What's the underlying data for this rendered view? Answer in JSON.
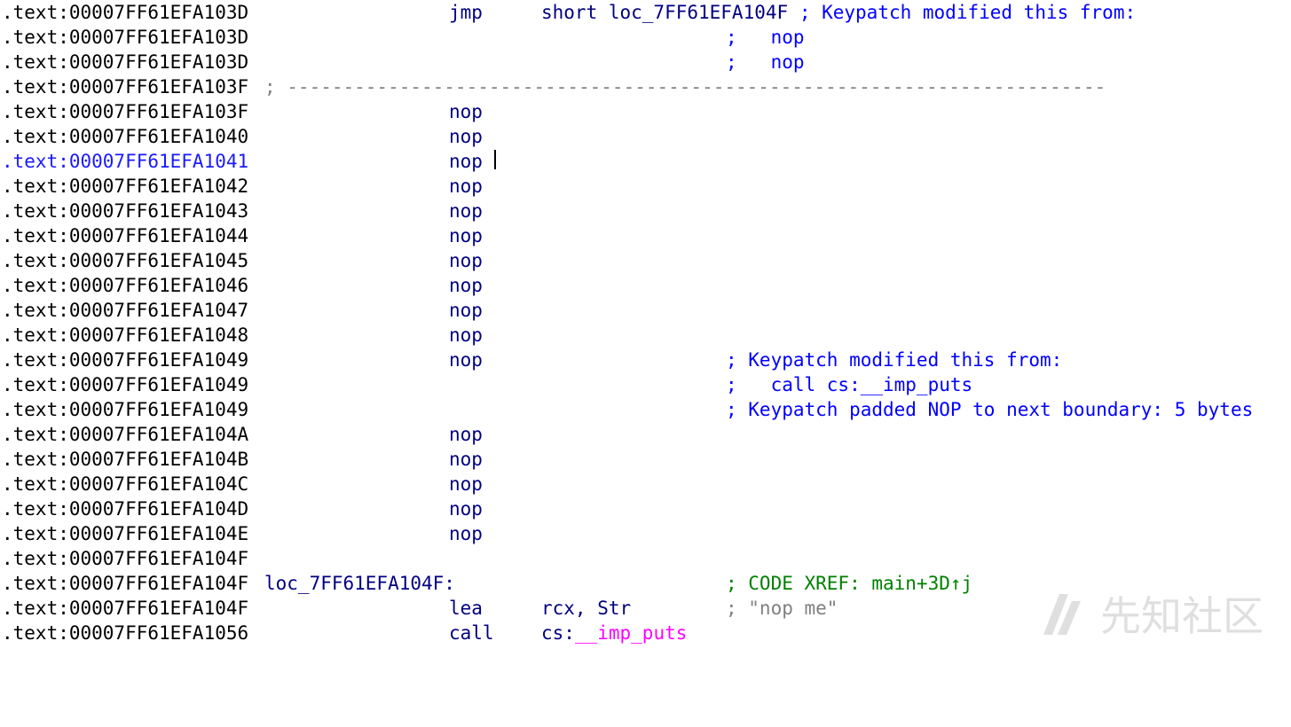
{
  "listing": [
    {
      "addr": ".text:00007FF61EFA103D",
      "mnem": "jmp",
      "ops": "short loc_7FF61EFA104F",
      "inline_comment": "; Keypatch modified this from:"
    },
    {
      "addr": ".text:00007FF61EFA103D",
      "comment": ";   nop"
    },
    {
      "addr": ".text:00007FF61EFA103D",
      "comment": ";   nop"
    },
    {
      "addr": ".text:00007FF61EFA103F",
      "separator": "; -------------------------------------------------------------------------"
    },
    {
      "addr": ".text:00007FF61EFA103F",
      "mnem": "nop"
    },
    {
      "addr": ".text:00007FF61EFA1040",
      "mnem": "nop"
    },
    {
      "addr": ".text:00007FF61EFA1041",
      "mnem": "nop",
      "selected": true
    },
    {
      "addr": ".text:00007FF61EFA1042",
      "mnem": "nop"
    },
    {
      "addr": ".text:00007FF61EFA1043",
      "mnem": "nop"
    },
    {
      "addr": ".text:00007FF61EFA1044",
      "mnem": "nop"
    },
    {
      "addr": ".text:00007FF61EFA1045",
      "mnem": "nop"
    },
    {
      "addr": ".text:00007FF61EFA1046",
      "mnem": "nop"
    },
    {
      "addr": ".text:00007FF61EFA1047",
      "mnem": "nop"
    },
    {
      "addr": ".text:00007FF61EFA1048",
      "mnem": "nop"
    },
    {
      "addr": ".text:00007FF61EFA1049",
      "mnem": "nop",
      "comment": "; Keypatch modified this from:"
    },
    {
      "addr": ".text:00007FF61EFA1049",
      "comment": ";   call cs:__imp_puts"
    },
    {
      "addr": ".text:00007FF61EFA1049",
      "comment": "; Keypatch padded NOP to next boundary: 5 bytes"
    },
    {
      "addr": ".text:00007FF61EFA104A",
      "mnem": "nop"
    },
    {
      "addr": ".text:00007FF61EFA104B",
      "mnem": "nop"
    },
    {
      "addr": ".text:00007FF61EFA104C",
      "mnem": "nop"
    },
    {
      "addr": ".text:00007FF61EFA104D",
      "mnem": "nop"
    },
    {
      "addr": ".text:00007FF61EFA104E",
      "mnem": "nop"
    },
    {
      "addr": ".text:00007FF61EFA104F"
    },
    {
      "addr": ".text:00007FF61EFA104F",
      "label": "loc_7FF61EFA104F:",
      "comment": "; CODE XREF: main+3D↑j",
      "comment_kind": "xref"
    },
    {
      "addr": ".text:00007FF61EFA104F",
      "mnem": "lea",
      "ops": "rcx, Str",
      "comment": "; \"nop me\"",
      "comment_kind": "str"
    },
    {
      "addr": ".text:00007FF61EFA1056",
      "mnem": "call",
      "ops_seg": "cs:",
      "ops_imp": "__imp_puts"
    }
  ],
  "watermark": {
    "text": "先知社区"
  },
  "colors": {
    "address": "#000000",
    "address_selected": "#1a1aff",
    "instruction": "#000080",
    "comment": "#0000ff",
    "xref_comment": "#008000",
    "string_comment": "#808080",
    "import_name": "#ff00ff"
  }
}
